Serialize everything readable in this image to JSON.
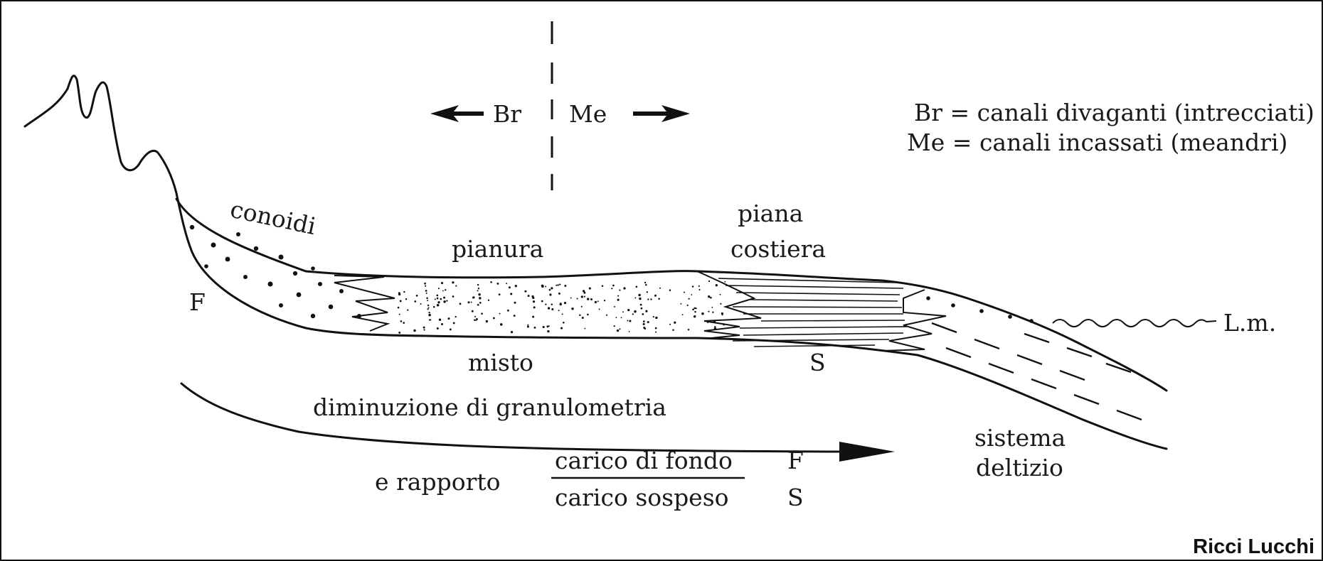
{
  "labels": {
    "br": "Br",
    "me": "Me",
    "legend_br": "Br = canali divaganti (intrecciati)",
    "legend_me": "Me = canali incassati (meandri)",
    "conoidi": "conoidi",
    "pianura": "pianura",
    "piana": "piana",
    "costiera": "costiera",
    "f_left": "F",
    "misto": "misto",
    "s_mid": "S",
    "lm": "L.m.",
    "diminuzione": "diminuzione di granulometria",
    "sistema": "sistema",
    "deltizio": "deltizio",
    "e_rapporto": "e rapporto",
    "carico_fondo": "carico di fondo",
    "carico_sospeso": "carico sospeso",
    "f_ratio": "F",
    "s_ratio": "S"
  },
  "credit": "Ricci Lucchi",
  "colors": {
    "ink": "#111111",
    "background": "#ffffff"
  }
}
